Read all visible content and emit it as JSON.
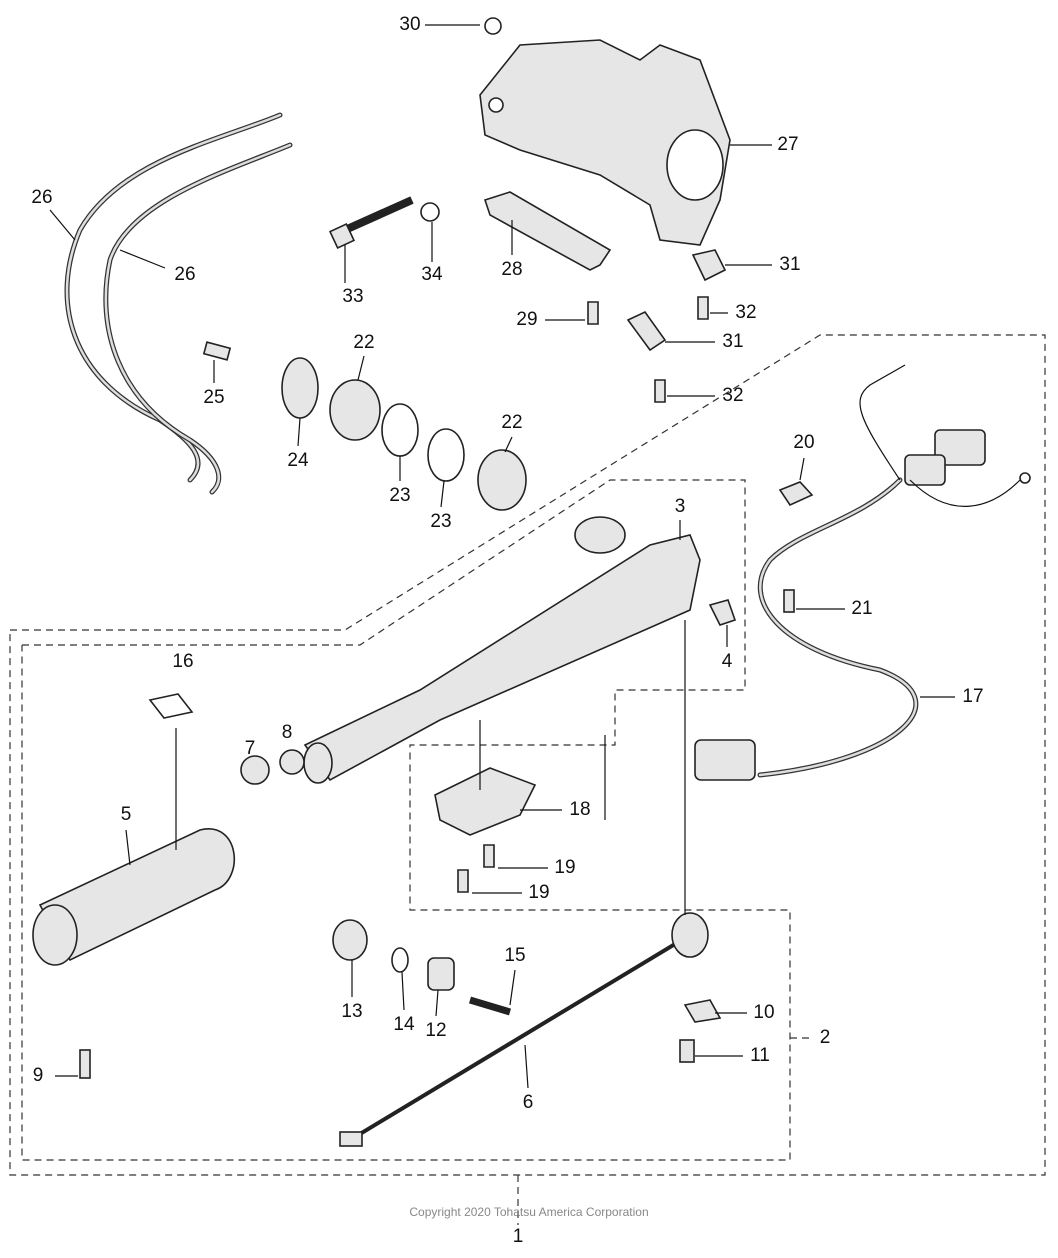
{
  "callouts": [
    "30",
    "27",
    "26",
    "26",
    "34",
    "33",
    "28",
    "31",
    "29",
    "32",
    "22",
    "31",
    "25",
    "32",
    "24",
    "22",
    "23",
    "23",
    "20",
    "3",
    "21",
    "4",
    "16",
    "17",
    "7",
    "8",
    "5",
    "18",
    "19",
    "19",
    "15",
    "13",
    "14",
    "12",
    "10",
    "9",
    "2",
    "11",
    "6",
    "1"
  ],
  "copyright": "Copyright 2020 Tohatsu America Corporation"
}
